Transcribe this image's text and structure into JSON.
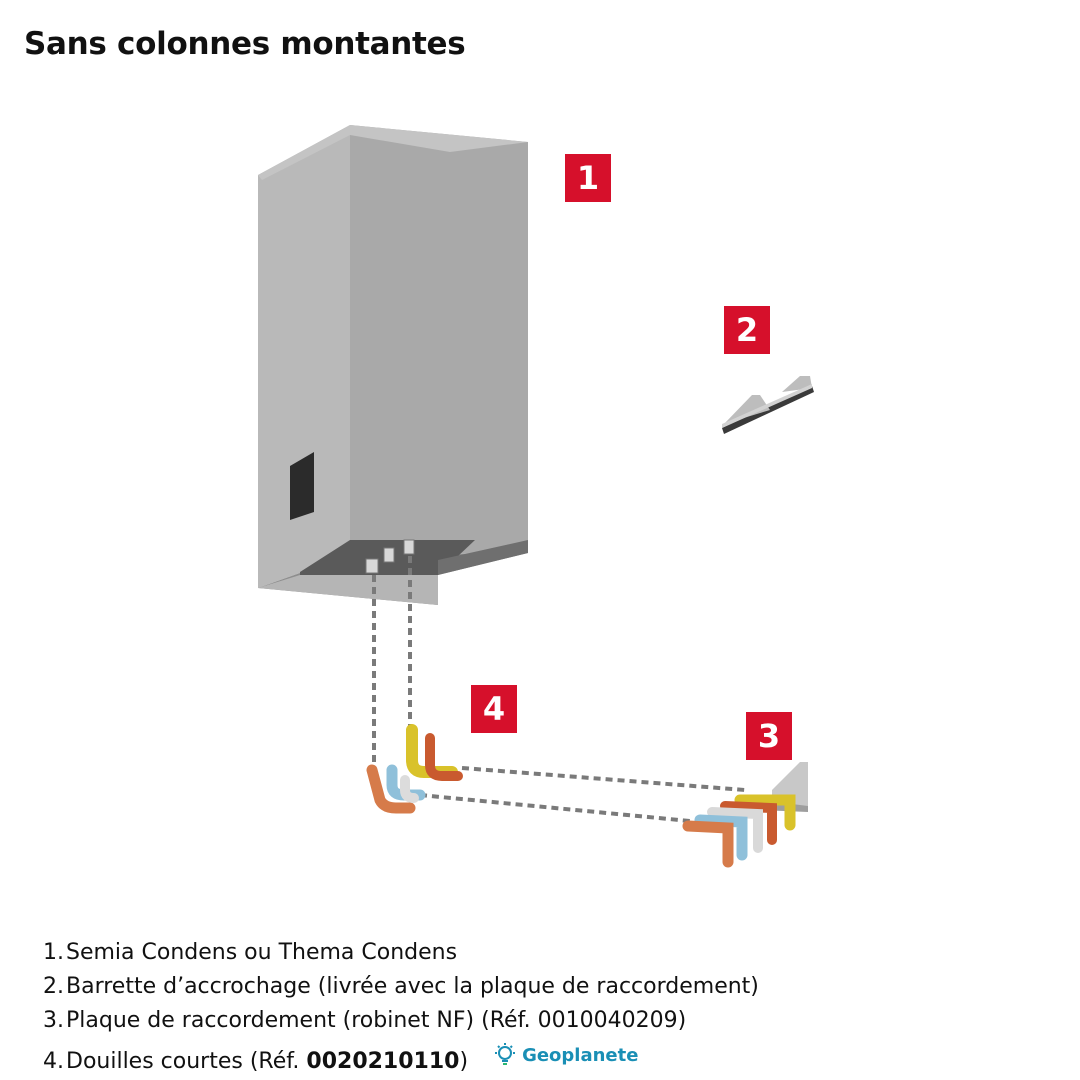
{
  "title": "Sans colonnes montantes",
  "badges": {
    "b1": "1",
    "b2": "2",
    "b3": "3",
    "b4": "4"
  },
  "legend": {
    "items": [
      {
        "num": "1.",
        "text": "Semia Condens ou Thema Condens"
      },
      {
        "num": "2.",
        "text": "Barrette d’accrochage (livrée avec la plaque de raccordement)"
      },
      {
        "num": "3.",
        "text": "Plaque de raccordement (robinet NF) (Réf. 0010040209)"
      },
      {
        "num": "4.",
        "text_prefix": "Douilles courtes (Réf. ",
        "text_bold": "0020210110",
        "text_suffix": ")"
      }
    ]
  },
  "brand": {
    "name": "Geoplanete",
    "icon": "lightbulb-icon"
  },
  "colors": {
    "badge": "#d6102b",
    "boiler": "#a8a8a8",
    "brand": "#1a8fb5"
  }
}
